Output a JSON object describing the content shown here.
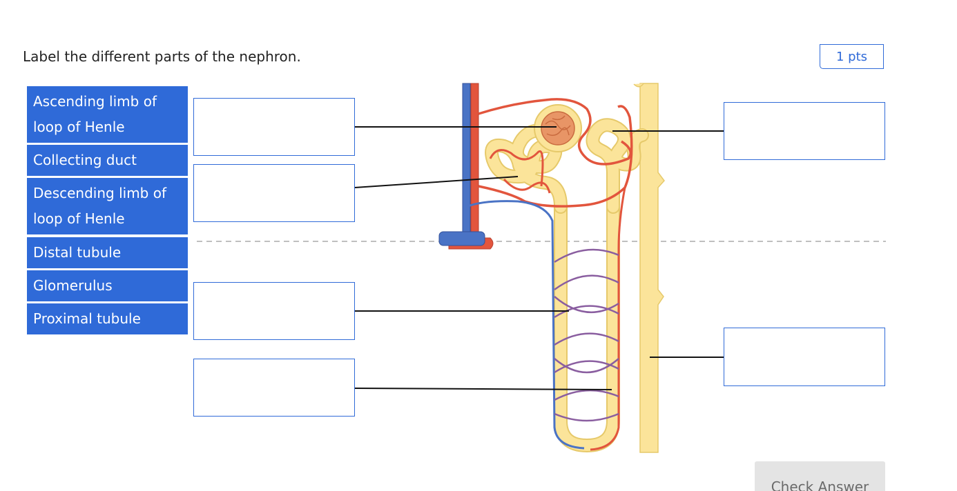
{
  "question": {
    "prompt": "Label the different parts of the nephron.",
    "points": "1 pts"
  },
  "word_bank": [
    {
      "label": "Ascending limb of loop of Henle"
    },
    {
      "label": "Collecting duct"
    },
    {
      "label": "Descending limb of loop of Henle"
    },
    {
      "label": "Distal tubule"
    },
    {
      "label": "Glomerulus"
    },
    {
      "label": "Proximal tubule"
    }
  ],
  "drop_targets": [
    {
      "value": ""
    },
    {
      "value": ""
    },
    {
      "value": ""
    },
    {
      "value": ""
    },
    {
      "value": ""
    },
    {
      "value": ""
    }
  ],
  "actions": {
    "check_answer": "Check Answer"
  },
  "colors": {
    "accent": "#2f6ad8",
    "artery": "#e2553d",
    "vein": "#4a73c5",
    "tubule": "#fbe49a",
    "tubule_outline": "#e6c96a",
    "glomerulus": "#e89566"
  }
}
